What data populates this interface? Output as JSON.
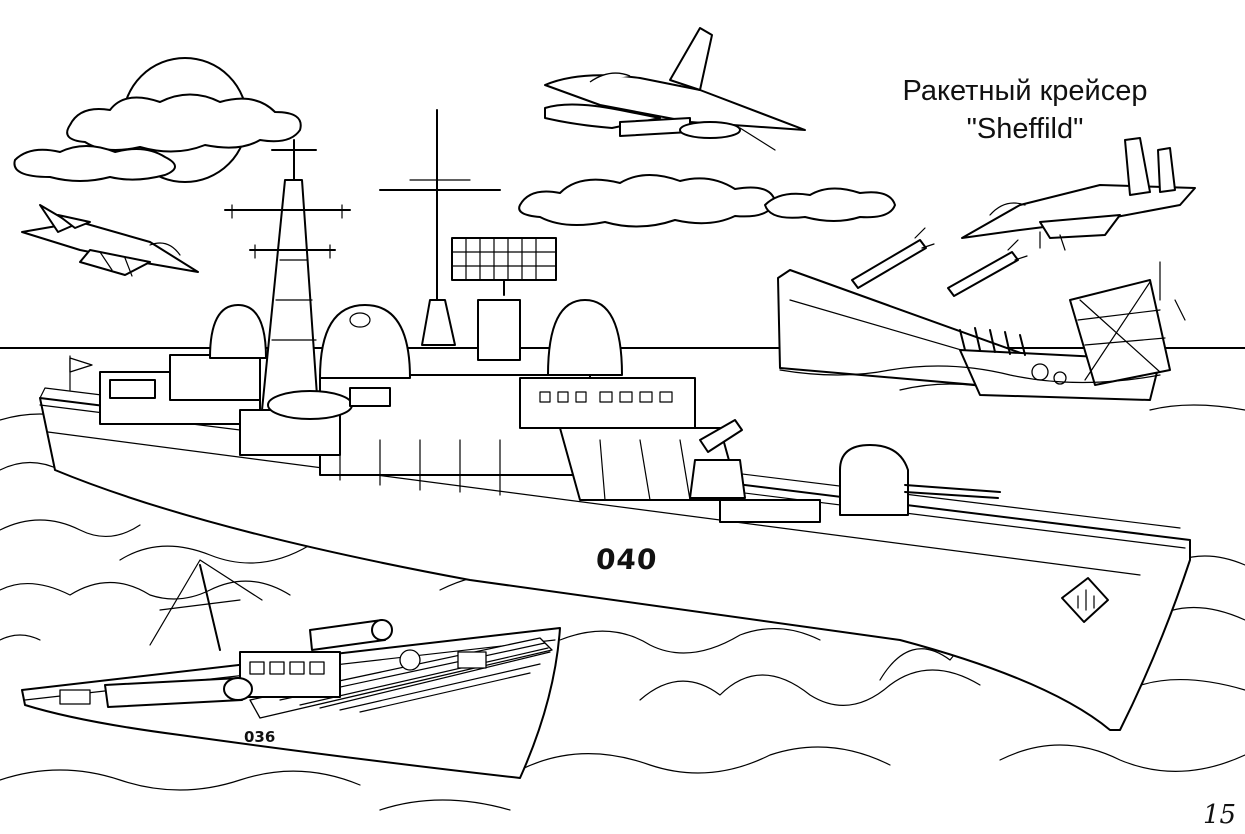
{
  "title": {
    "line1": "Ракетный крейсер",
    "line2": "\"Sheffild\""
  },
  "ship": {
    "hull_number": "040"
  },
  "boat": {
    "hull_number": "036"
  },
  "page_number": "15",
  "colors": {
    "ink": "#000000",
    "paper": "#ffffff"
  }
}
